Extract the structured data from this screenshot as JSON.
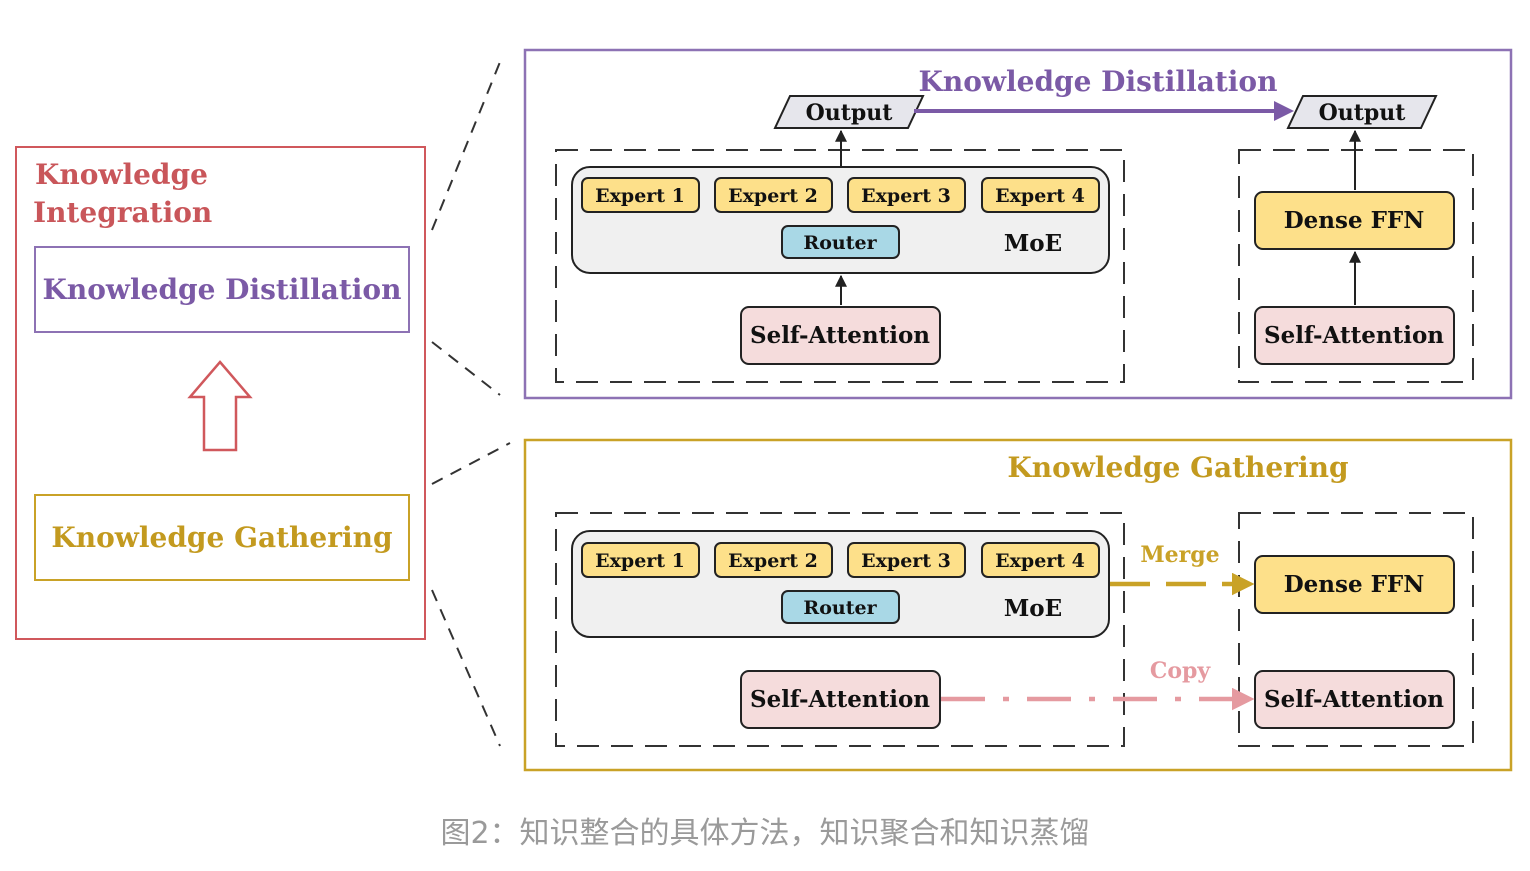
{
  "left_panel": {
    "title_line1": "Knowledge",
    "title_line2": "Integration",
    "distillation_label": "Knowledge Distillation",
    "gathering_label": "Knowledge Gathering"
  },
  "distillation_panel": {
    "title": "Knowledge Distillation",
    "teacher": {
      "output": "Output",
      "experts": [
        "Expert 1",
        "Expert 2",
        "Expert 3",
        "Expert 4"
      ],
      "router": "Router",
      "moe": "MoE",
      "attention": "Self-Attention"
    },
    "student": {
      "output": "Output",
      "ffn": "Dense FFN",
      "attention": "Self-Attention"
    }
  },
  "gathering_panel": {
    "title": "Knowledge Gathering",
    "merge_label": "Merge",
    "copy_label": "Copy",
    "source": {
      "experts": [
        "Expert 1",
        "Expert 2",
        "Expert 3",
        "Expert 4"
      ],
      "router": "Router",
      "moe": "MoE",
      "attention": "Self-Attention"
    },
    "target": {
      "ffn": "Dense FFN",
      "attention": "Self-Attention"
    }
  },
  "caption": "图2：知识整合的具体方法，知识聚合和知识蒸馏",
  "colors": {
    "integration": "#d0585c",
    "distillation": "#7b5aa6",
    "gathering": "#c9a227",
    "expert_fill": "#fde08a",
    "router_fill": "#a9d8e6",
    "attention_fill": "#f5dcdc",
    "copy_arrow": "#e59aa0"
  }
}
